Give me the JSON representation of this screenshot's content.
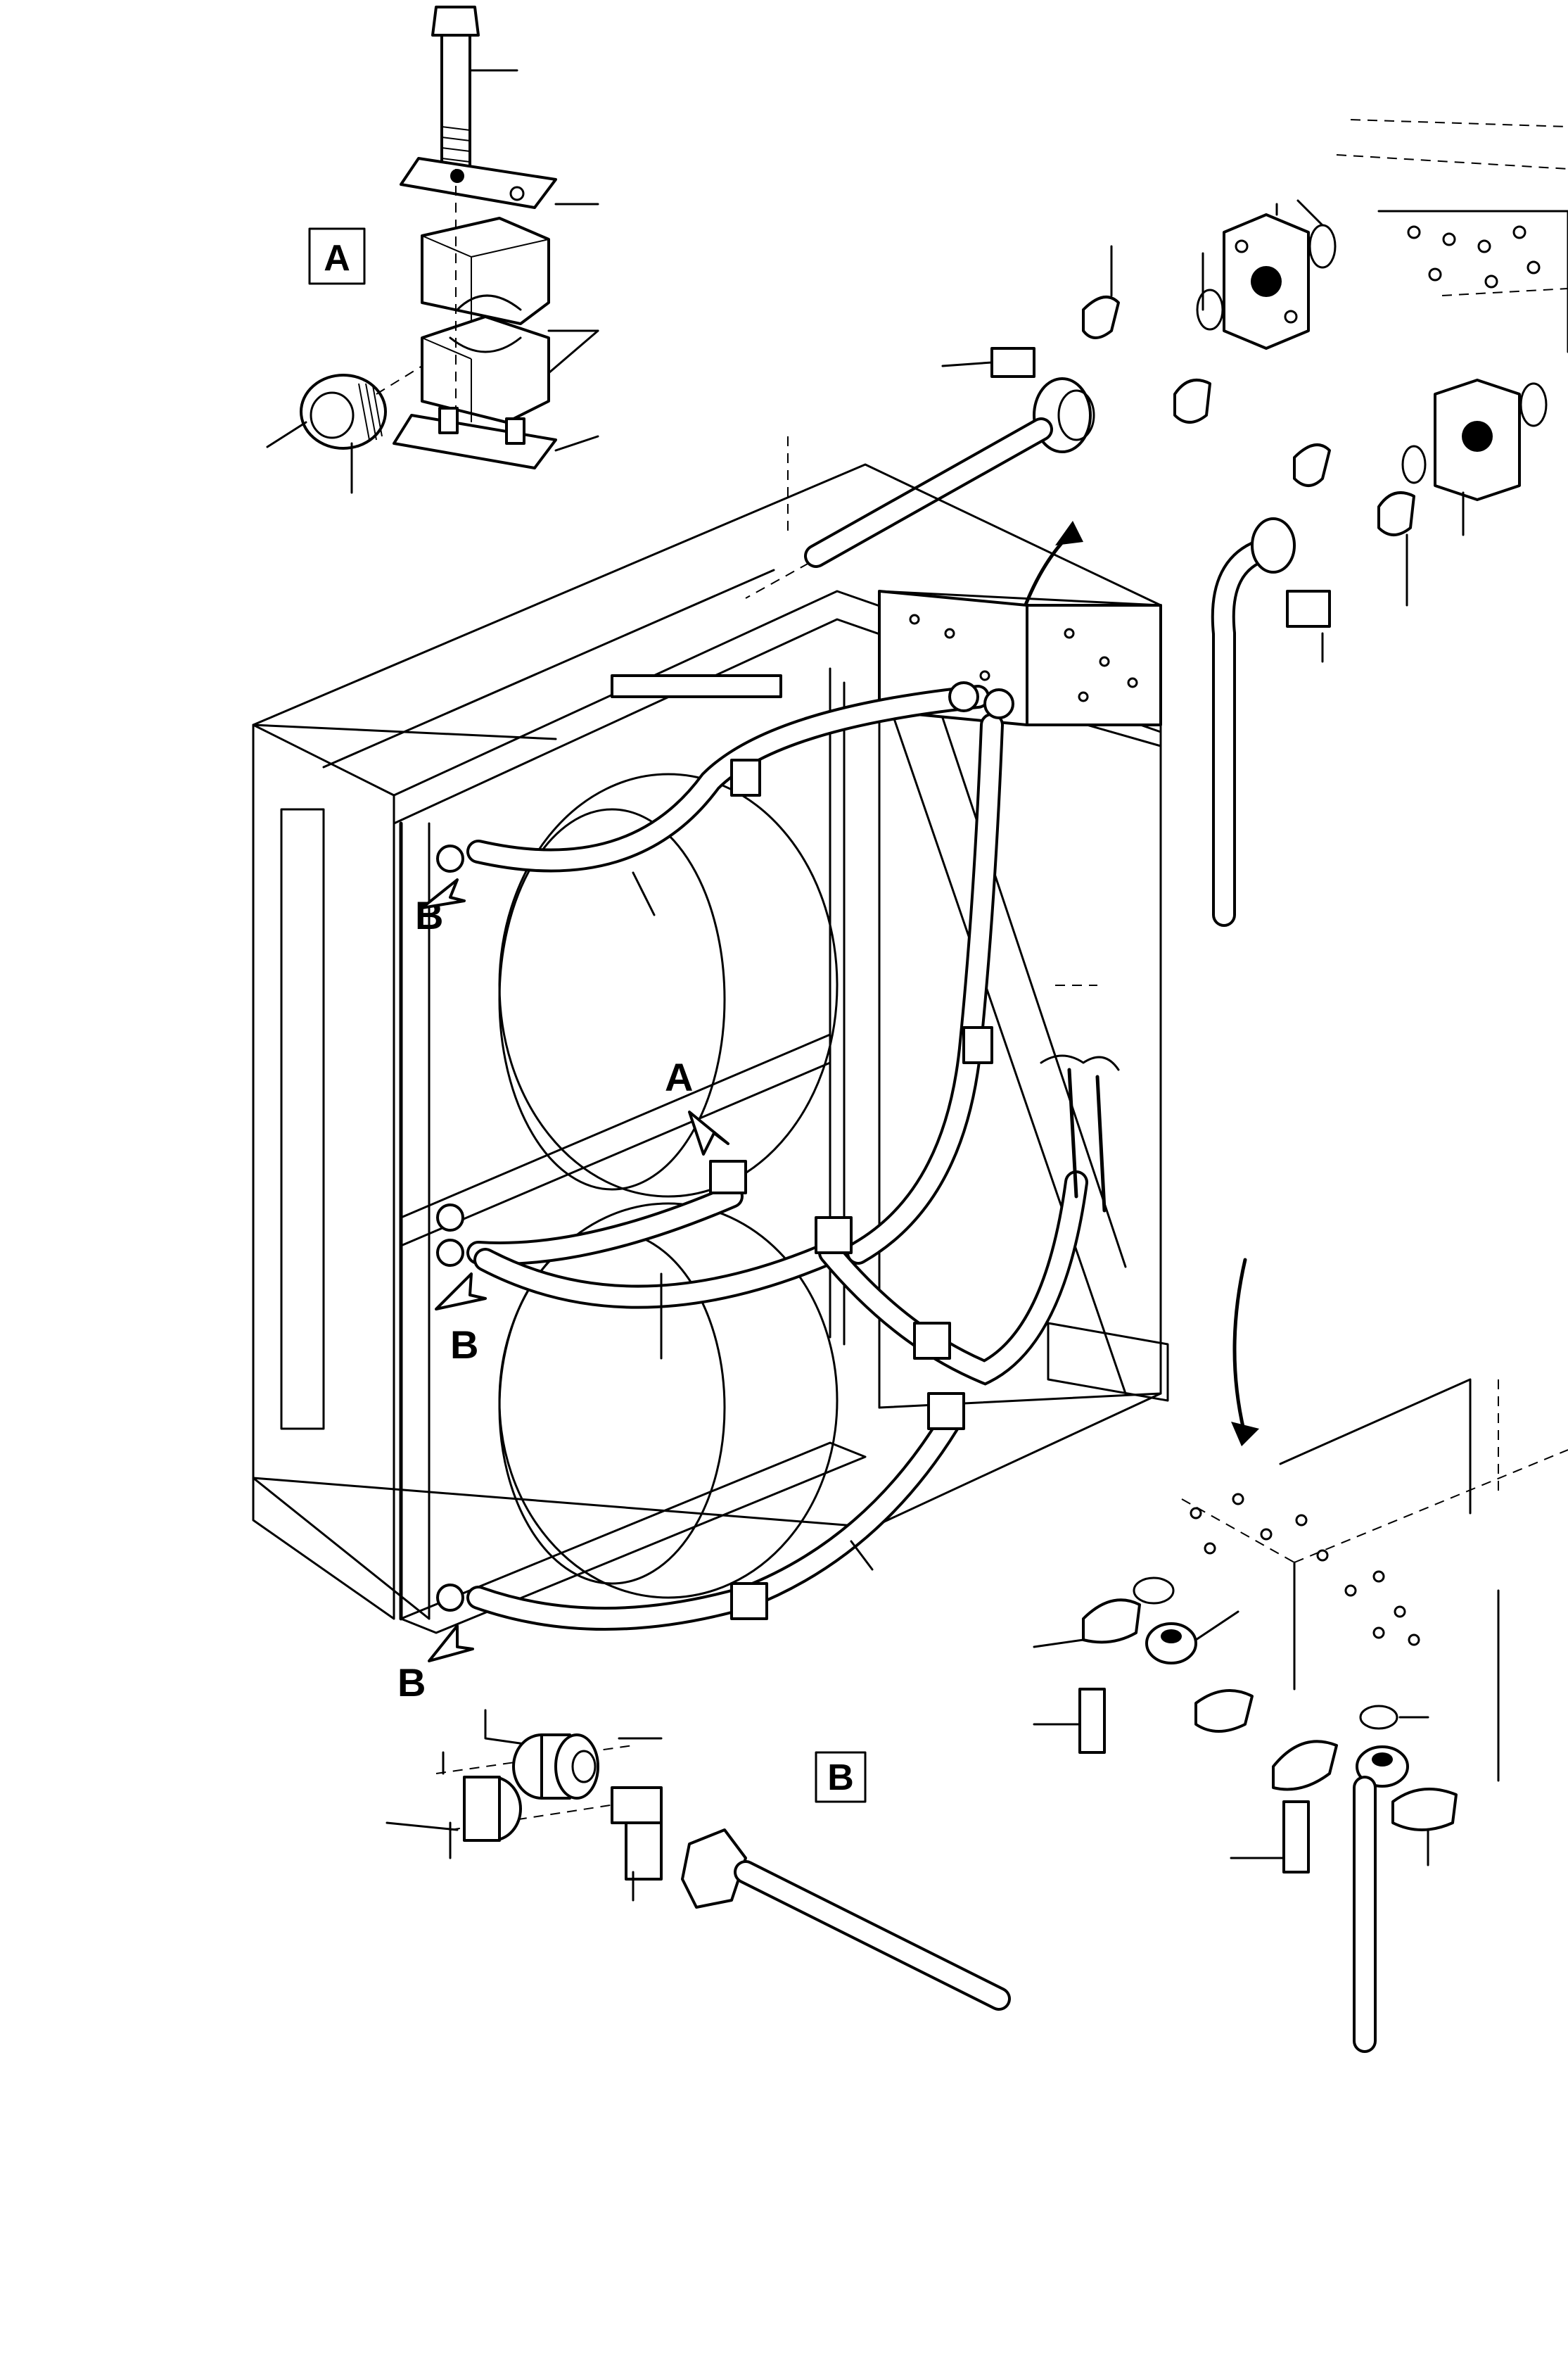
{
  "labels": {
    "detail_a_box": "A",
    "detail_b_box": "B",
    "callout_a": "A",
    "callout_b": "B"
  },
  "colors": {
    "ink": "#000000",
    "paper": "#ffffff"
  }
}
